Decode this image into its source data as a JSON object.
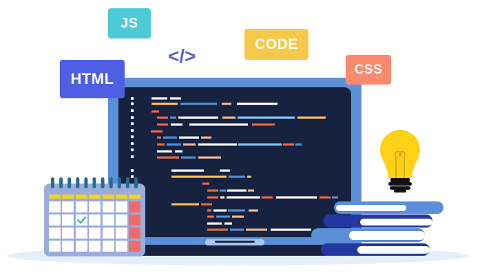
{
  "badges": {
    "js": "JS",
    "html": "HTML",
    "code": "CODE",
    "css": "CSS"
  },
  "code_tag": "</>",
  "colors": {
    "laptop_frame": "#5b8fd8",
    "screen": "#16223f",
    "js": "#4ec9d6",
    "html": "#4e5fe4",
    "code": "#f6c94b",
    "css": "#f98a6e",
    "bulb": "#fcd116",
    "book_dark": "#2238a0",
    "calendar_body": "#9aacdc",
    "calendar_weekend": "#f26b6b",
    "check": "#3fbfa8"
  }
}
